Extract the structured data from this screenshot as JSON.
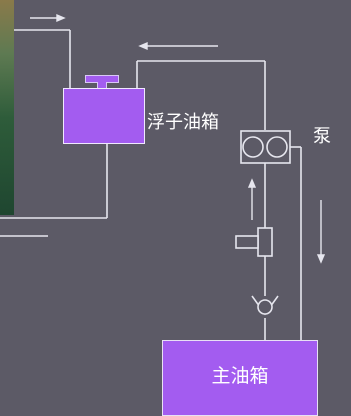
{
  "float_tank": {
    "label": "浮子油箱"
  },
  "pump": {
    "label": "泵"
  },
  "main_tank": {
    "label": "主油箱"
  },
  "colors": {
    "background": "#5c5a66",
    "tank_fill": "#a35cf0",
    "line": "#e6e6ee"
  },
  "icons": {
    "pump": "pump-icon",
    "valve": "valve-icon",
    "check_valve": "check-valve-icon"
  }
}
